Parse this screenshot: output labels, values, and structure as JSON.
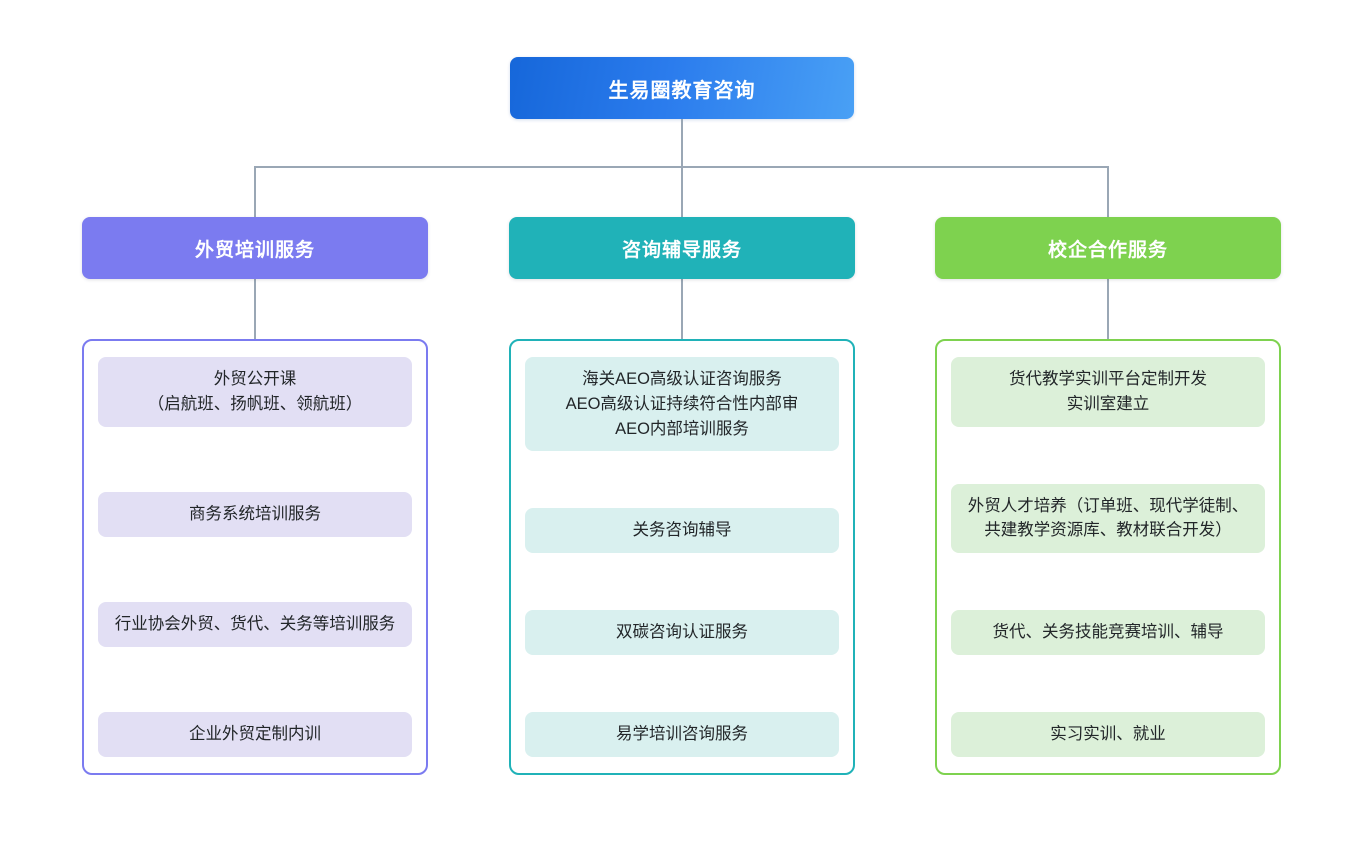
{
  "root": {
    "label": "生易圈教育咨询",
    "color": "#2b7ced"
  },
  "columns": [
    {
      "header": "外贸培训服务",
      "color": "#7b7bf0",
      "item_color": "#e2dff4",
      "items": [
        "外贸公开课\n（启航班、扬帆班、领航班）",
        "商务系统培训服务",
        "行业协会外贸、货代、关务等培训服务",
        "企业外贸定制内训"
      ]
    },
    {
      "header": "咨询辅导服务",
      "color": "#20b2b8",
      "item_color": "#d9f0ef",
      "items": [
        "海关AEO高级认证咨询服务\nAEO高级认证持续符合性内部审\nAEO内部培训服务",
        "关务咨询辅导",
        "双碳咨询认证服务",
        "易学培训咨询服务"
      ]
    },
    {
      "header": "校企合作服务",
      "color": "#7ed24f",
      "item_color": "#dcf0d9",
      "items": [
        "货代教学实训平台定制开发\n实训室建立",
        "外贸人才培养（订单班、现代学徒制、共建教学资源库、教材联合开发）",
        "货代、关务技能竞赛培训、辅导",
        "实习实训、就业"
      ]
    }
  ],
  "connectors": {
    "line_color": "#9aa7b5"
  }
}
